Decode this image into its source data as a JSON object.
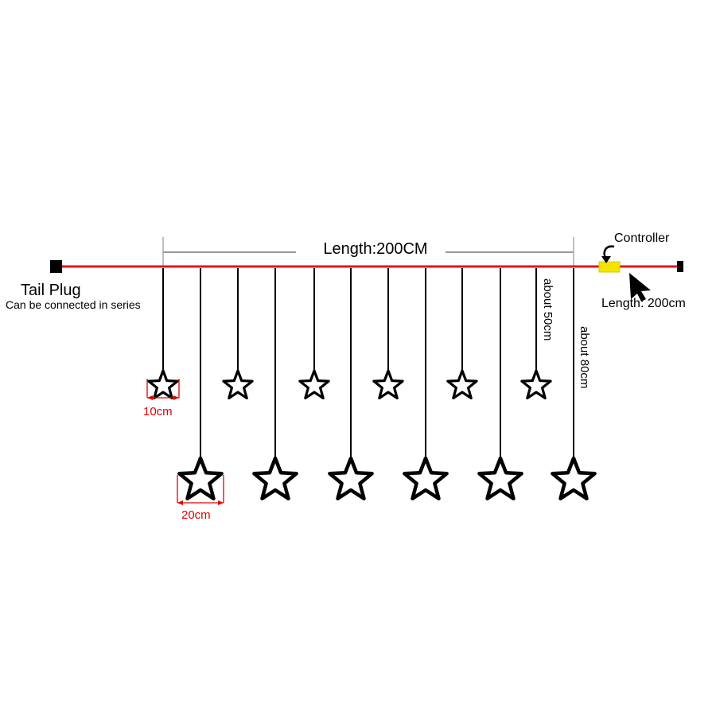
{
  "labels": {
    "length_main": "Length:200CM",
    "tail_plug": "Tail Plug",
    "tail_plug_note": "Can be connected in series",
    "controller": "Controller",
    "lead_length": "Length: 200cm",
    "short_drop": "about 50cm",
    "long_drop": "about 80cm",
    "small_star_size": "10cm",
    "large_star_size": "20cm"
  },
  "colors": {
    "main_wire": "#e0141e",
    "drop_wire": "#000000",
    "dimension_line": "#999999",
    "controller_box": "#f5e400",
    "size_marker": "#e00000",
    "plug": "#000000"
  },
  "icons": {
    "controller_pointer": "curved-arrow-icon",
    "lead_pointer": "arrow-pointer-icon"
  }
}
